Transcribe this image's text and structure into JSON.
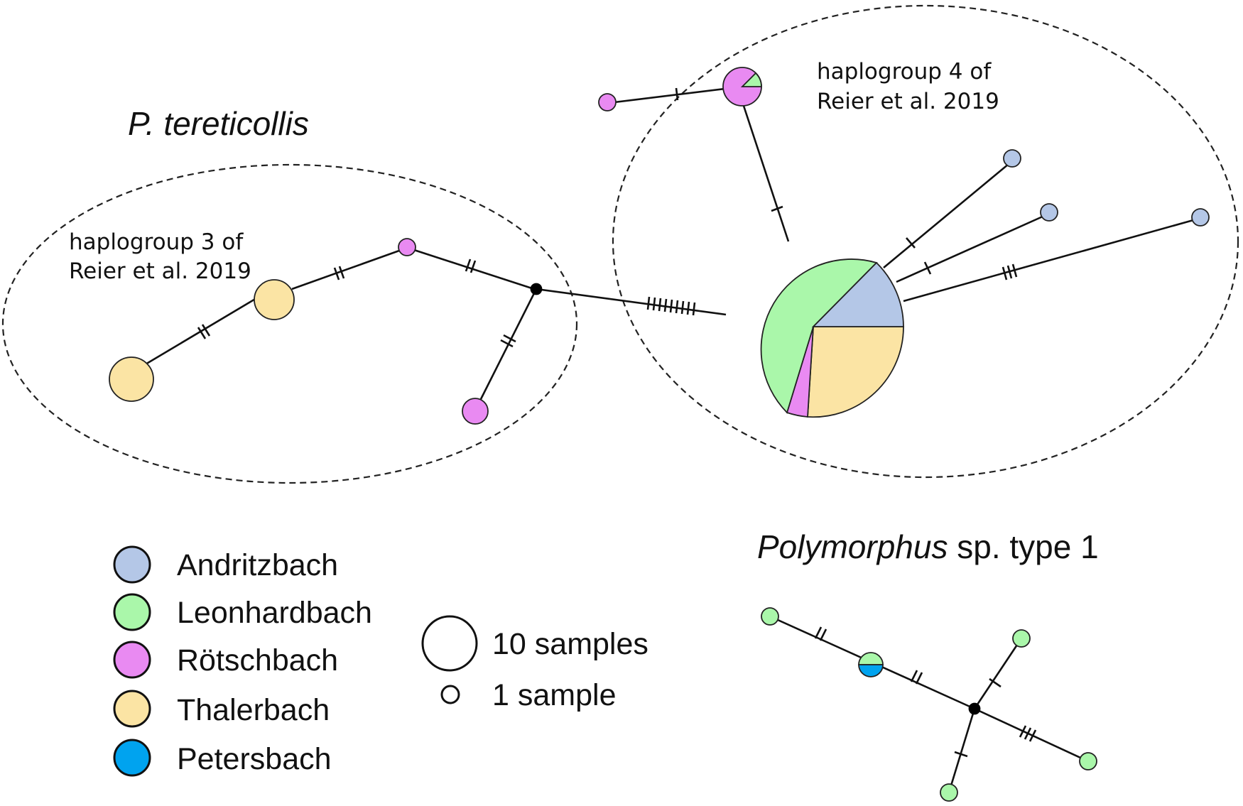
{
  "titles": {
    "species1": "P. tereticollis",
    "species2_italic": "Polymorphus",
    "species2_rest": " sp. type 1"
  },
  "group_labels": {
    "hg3_line1": "haplogroup 3 of",
    "hg3_line2": "Reier et al. 2019",
    "hg4_line1": "haplogroup 4 of",
    "hg4_line2": "Reier et al. 2019"
  },
  "colors": {
    "Andritzbach": "#b4c7e7",
    "Leonhardbach": "#aaf7aa",
    "Rotschbach": "#e98af2",
    "Thalerbach": "#fbe4a4",
    "Petersbach": "#00a3ef"
  },
  "legend": {
    "sites": [
      {
        "name": "Andritzbach",
        "color": "#b4c7e7"
      },
      {
        "name": "Leonhardbach",
        "color": "#aaf7aa"
      },
      {
        "name": "Rötschbach",
        "color": "#e98af2"
      },
      {
        "name": "Thalerbach",
        "color": "#fbe4a4"
      },
      {
        "name": "Petersbach",
        "color": "#00a3ef"
      }
    ],
    "size_large": "10 samples",
    "size_small": "1 sample"
  }
}
